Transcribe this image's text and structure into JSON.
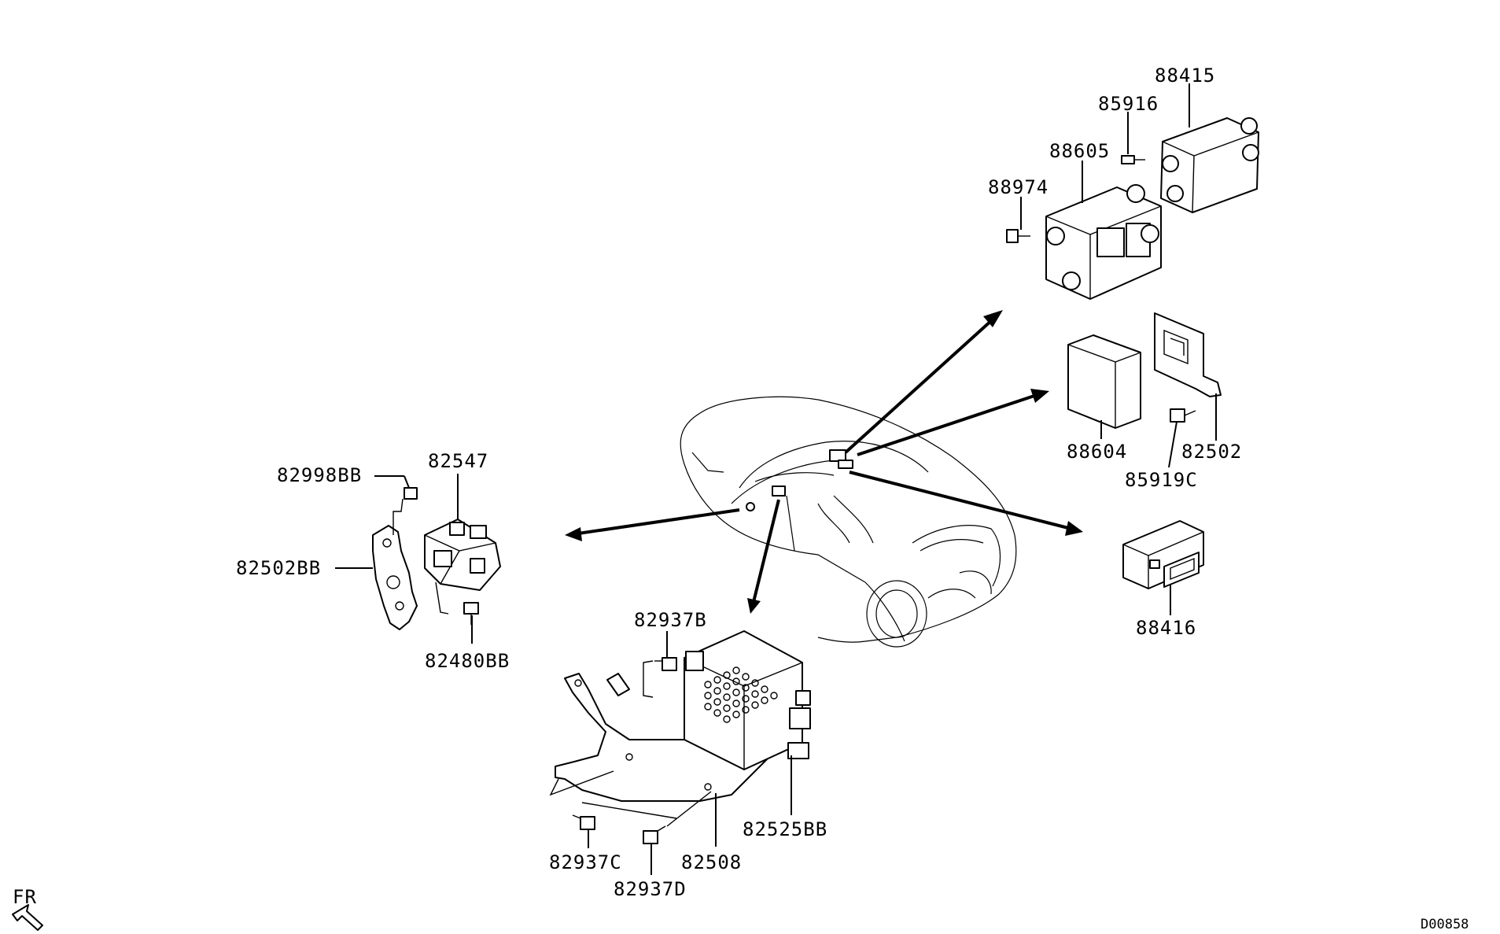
{
  "labels": {
    "p88415": "88415",
    "p85916": "85916",
    "p88605": "88605",
    "p88974": "88974",
    "p88604": "88604",
    "p82502": "82502",
    "p85919C": "85919C",
    "p88416": "88416",
    "p82998BB": "82998BB",
    "p82547": "82547",
    "p82502BB": "82502BB",
    "p82480BB": "82480BB",
    "p82937B": "82937B",
    "p82525BB": "82525BB",
    "p82937C": "82937C",
    "p82508": "82508",
    "p82937D": "82937D",
    "front_marker": "FR",
    "drawing_ref": "D00858"
  }
}
